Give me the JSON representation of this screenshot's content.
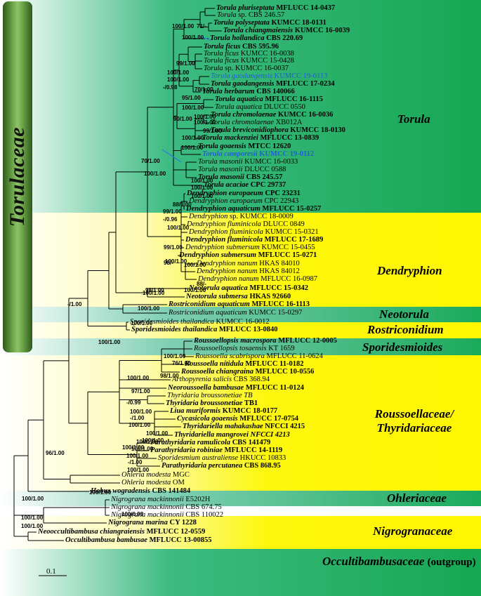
{
  "title_family": "Torulaceae",
  "scale_label": "0.1",
  "clades": {
    "torula": "Torula",
    "dendryphion": "Dendryphion",
    "neotorula": "Neotorula",
    "rostriconidium": "Rostriconidium",
    "sporidesmioides": "Sporidesmioides",
    "roussoellaceae_line1": "Roussoellaceae/",
    "roussoellaceae_line2": "Thyridariaceae",
    "ohleriaceae": "Ohleriaceae",
    "nigrogranaceae": "Nigrogranaceae",
    "occultibambusaceae": "Occultibambusaceae",
    "outgroup": "(outgroup)"
  },
  "taxa": [
    {
      "g": "Torula pluriseptata",
      "s": "MFLUCC 14-0437",
      "b": true
    },
    {
      "g": "Torula",
      "sp": " sp.",
      "s": "CBS 246.57",
      "b": false
    },
    {
      "g": "Torula polyseptata",
      "s": "KUMCC 18-0131",
      "b": true
    },
    {
      "g": "Torula chiangmaiensis",
      "s": "KUMCC 16-0039",
      "b": true
    },
    {
      "g": "Torula hollandica",
      "s": "CBS 220.69",
      "b": true
    },
    {
      "g": "Torula ficus",
      "s": "CBS 595.96",
      "b": true
    },
    {
      "g": "Torula ficus",
      "s": "KUMCC 16-0038",
      "b": false
    },
    {
      "g": "Torula ficus",
      "s": "KUMCC 15-0428",
      "b": false
    },
    {
      "g": "Torula",
      "sp": " sp.",
      "s": "KUMCC 16-0037",
      "b": false
    },
    {
      "g": "Torula gaodangensis",
      "s": "KUMCC 19-0113",
      "b": false,
      "blue": true
    },
    {
      "g": "Torula gaodangensis",
      "s": "MFLUCC 17-0234",
      "b": true
    },
    {
      "g": "Torula herbarum",
      "s": "CBS 140066",
      "b": true
    },
    {
      "g": "Torula aquatica",
      "s": "MFLUCC 16-1115",
      "b": true
    },
    {
      "g": "Torula aquatica",
      "s": "DLUCC 0550",
      "b": false
    },
    {
      "g": "Torula chromolaenae",
      "s": "KUMCC 16-0036",
      "b": true
    },
    {
      "g": "Torula chromolaenae",
      "s": "XB012A",
      "b": false
    },
    {
      "g": "Torula breviconidiophora",
      "s": "KUMCC 18-0130",
      "b": true
    },
    {
      "g": "Torula mackenziei",
      "s": "MFLUCC 13-0839",
      "b": true
    },
    {
      "g": "Torula goaensis",
      "s": "MTCC 12620",
      "b": true
    },
    {
      "g": "Torula camporesii",
      "s": "KUMCC 19-0112",
      "b": true,
      "blue": true
    },
    {
      "g": "Torula masonii",
      "s": "KUMCC 16-0033",
      "b": false
    },
    {
      "g": "Torula masonii",
      "s": "DLUCC 0588",
      "b": false
    },
    {
      "g": "Torula masonii",
      "s": "CBS 245.57",
      "b": true
    },
    {
      "g": "Torula acaciae",
      "s": "CPC 29737",
      "b": true
    },
    {
      "g": "Dendryphion europaeum",
      "s": "CPC 23231",
      "b": true
    },
    {
      "g": "Dendryphion europaeum",
      "s": "CPC 22943",
      "b": false
    },
    {
      "g": "Dendryphion aquaticum",
      "s": "MFLUCC 15-0257",
      "b": true
    },
    {
      "g": "Dendryphion",
      "sp": " sp.",
      "s": "KUMCC 18-0009",
      "b": false
    },
    {
      "g": "Dendryphion fluminicola",
      "s": "DLUCC 0849",
      "b": false
    },
    {
      "g": "Dendryphion fluminicola",
      "s": "KUMCC 15-0321",
      "b": false
    },
    {
      "g": "Dendryphion fluminicola",
      "s": "MFLUCC 17-1689",
      "b": true
    },
    {
      "g": "Dendryphion submersum",
      "s": "KUMCC 15-0455",
      "b": false
    },
    {
      "g": "Dendryphion submersum",
      "s": "MFLUCC 15-0271",
      "b": true
    },
    {
      "g": "Dendryphion nanum",
      "s": "HKAS 84010",
      "b": false
    },
    {
      "g": "Dendryphion nanum",
      "s": "HKAS 84012",
      "b": false
    },
    {
      "g": "Dendryphion nanum",
      "s": "MFLUCC 16-0987",
      "b": false
    },
    {
      "g": "Neotorula aquatica",
      "s": "MFLUCC 15-0342",
      "b": true
    },
    {
      "g": "Neotorula submersa",
      "s": "HKAS 92660",
      "b": true
    },
    {
      "g": "Rostriconidium aquaticum",
      "s": "MFLUCC 16-1113",
      "b": true
    },
    {
      "g": "Rostriconidium aquaticum",
      "s": "KUMCC 15-0297",
      "b": false
    },
    {
      "g": "Sporidesmioides thailandica",
      "s": "KUMCC 16-0012",
      "b": false
    },
    {
      "g": "Sporidesmioides thailandica",
      "s": "MFLUCC 13-0840",
      "b": true
    },
    {
      "g": "Roussoellopsis macrospora",
      "s": "MFLUCC 12-0005",
      "b": true
    },
    {
      "g": "Roussoellopsis tosaensis",
      "s": "KT 1659",
      "b": false
    },
    {
      "g": "Roussoella scabrispora",
      "s": "MFLUCC 11-0624",
      "b": false
    },
    {
      "g": "Roussoella nitidula",
      "s": "MFLUCC 11-0182",
      "b": true
    },
    {
      "g": "Roussoella chiangraina",
      "s": "MFLUCC 10-0556",
      "b": true
    },
    {
      "g": "Arthopyrenia salicis",
      "s": "CBS 368.94",
      "b": false
    },
    {
      "g": "Neoroussoella bambusae",
      "s": "MFLUCC 11-0124",
      "b": true
    },
    {
      "g": "Thyridaria broussonetiae",
      "s": "",
      "tail": "TB",
      "tailItalic": true,
      "b": false
    },
    {
      "g": "Thyridaria broussonetiae",
      "s": "TB1",
      "b": true
    },
    {
      "g": "Liua muriformis",
      "s": "KUMCC 18-0177",
      "b": true
    },
    {
      "g": "Cycasicola goaensis",
      "s": "MFLUCC 17-0754",
      "b": true
    },
    {
      "g": "Thyridariella mahakashae",
      "s": "NFCCI 4215",
      "b": true
    },
    {
      "g": "Thyridariella mangrovei",
      "s": "",
      "tail": "NFCCI 4213",
      "tailItalic": true,
      "b": true
    },
    {
      "g": "Parathyridaria ramulicola",
      "s": "CBS 141479",
      "b": true
    },
    {
      "g": "Parathyridaria robiniae",
      "s": "MFLUCC 14-1119",
      "b": true
    },
    {
      "g": "Sporidesmium australiense",
      "s": "HKUCC 10833",
      "b": false
    },
    {
      "g": "Parathyridaria percutanea",
      "s": "CBS 868.95",
      "b": true
    },
    {
      "g": "Ohleria modesta",
      "s": "MGC",
      "b": false
    },
    {
      "g": "Ohleria modesta",
      "s": "OM",
      "b": false
    },
    {
      "g": "Hobus wogradensis",
      "s": "CBS 141484",
      "b": true
    },
    {
      "g": "Nigrograna mackinnonii",
      "s": "E5202H",
      "b": false
    },
    {
      "g": "Nigrograna mackinnonii",
      "s": "CBS 674.75",
      "b": false
    },
    {
      "g": "Nigrograna mackinnonii",
      "s": "CBS 110022",
      "b": false
    },
    {
      "g": "Nigrograna  marina",
      "s": "CY 1228",
      "b": true
    },
    {
      "g": "Neooccultibambusa chiangraiensis",
      "s": "MFLUCC 12-0559",
      "b": true
    },
    {
      "g": "Occultibambusa bambusae",
      "s": "MFLUCC 13-00855",
      "b": true
    }
  ],
  "supports": [
    {
      "t": "100/1.00"
    },
    {
      "t": "71/-"
    },
    {
      "t": "100/1.00"
    },
    {
      "t": "99/1.00"
    },
    {
      "t": "100/1.00"
    },
    {
      "t": "100/1.00"
    },
    {
      "t": "-/0.98"
    },
    {
      "t": "70/1.00"
    },
    {
      "t": "95/1.00"
    },
    {
      "t": "100/1.00"
    },
    {
      "t": "90/1.00"
    },
    {
      "t": "100/1.00"
    },
    {
      "t": "100/1.00"
    },
    {
      "t": "99/1.00"
    },
    {
      "t": "100/1.00"
    },
    {
      "t": "100/1.00"
    },
    {
      "t": "70/1.00"
    },
    {
      "t": "100/1.00"
    },
    {
      "t": "100/1.00"
    },
    {
      "t": "100/1.00"
    },
    {
      "t": "100/1.00"
    },
    {
      "t": "88/1.00"
    },
    {
      "t": "99/1.00"
    },
    {
      "t": "-/0.96"
    },
    {
      "t": "100/1.00"
    },
    {
      "t": "99/1.00"
    },
    {
      "t": "100/1.00"
    },
    {
      "t": "98/-"
    },
    {
      "t": "100/1.00"
    },
    {
      "t": "88/-"
    },
    {
      "t": "100/1.00"
    },
    {
      "t": "100/1.00"
    },
    {
      "t": "98/1.00"
    },
    {
      "t": "100/1.00"
    },
    {
      "t": "-/1.00"
    },
    {
      "t": "100/1.00"
    },
    {
      "t": "100/1.00"
    },
    {
      "t": "100/1.00"
    },
    {
      "t": "76/1.00"
    },
    {
      "t": "98/1.00"
    },
    {
      "t": "100/1.00"
    },
    {
      "t": "97/1.00"
    },
    {
      "t": "-/0.99"
    },
    {
      "t": "100/1.00"
    },
    {
      "t": "-/1.00"
    },
    {
      "t": "100/1.00"
    },
    {
      "t": "100/1.00"
    },
    {
      "t": "100/1.00"
    },
    {
      "t": "100/1.00"
    },
    {
      "t": "100/1.00"
    },
    {
      "t": "100/1.00"
    },
    {
      "t": "100/1.00"
    },
    {
      "t": "-/1.00"
    },
    {
      "t": "100/1.00"
    },
    {
      "t": "96/1.00"
    },
    {
      "t": "100/1.00"
    },
    {
      "t": "100/1.00"
    },
    {
      "t": "100/0.98"
    },
    {
      "t": "100/1.00"
    },
    {
      "t": "100/1.00"
    }
  ]
}
